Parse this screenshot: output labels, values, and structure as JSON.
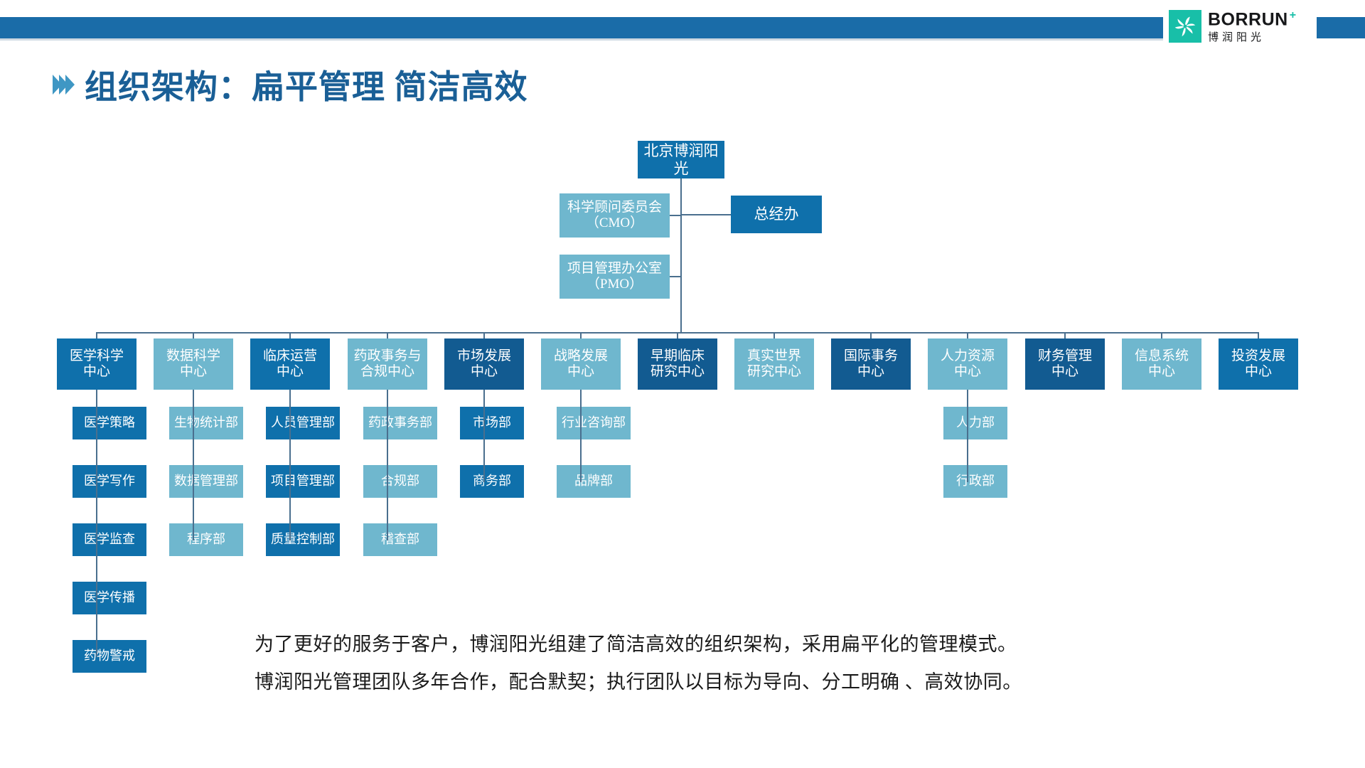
{
  "header": {
    "brand_en": "BORRUN",
    "brand_plus": "+",
    "brand_cn": "博润阳光",
    "logo_icon": "pinwheel-icon",
    "bar_color": "#1a6ca8",
    "brand_mark_color": "#18bfa8"
  },
  "title": {
    "text": "组织架构：扁平管理  简洁高效",
    "chevron_icon": "chevrons-right-icon",
    "color": "#1a5f96"
  },
  "chart_data": {
    "type": "diagram",
    "title": "组织架构：扁平管理  简洁高效",
    "colors": {
      "dark": "#0f70ab",
      "navy": "#125b91",
      "light": "#6fb7ce",
      "line": "#4a6f8e"
    },
    "root": {
      "label": "北京博润阳光",
      "style": "dark"
    },
    "staff": [
      {
        "label": "科学顾问委员会\n（CMO）",
        "line1": "科学顾问委员会",
        "line2": "（CMO）",
        "style": "light"
      },
      {
        "label": "项目管理办公室\n（PMO）",
        "line1": "项目管理办公室",
        "line2": "（PMO）",
        "style": "light"
      }
    ],
    "side": {
      "label": "总经办",
      "style": "dark"
    },
    "centers": [
      {
        "label": "医学科学中心",
        "line1": "医学科学",
        "line2": "中心",
        "style": "dark",
        "children": [
          {
            "label": "医学策略",
            "style": "dark"
          },
          {
            "label": "医学写作",
            "style": "dark"
          },
          {
            "label": "医学监查",
            "style": "dark"
          },
          {
            "label": "医学传播",
            "style": "dark"
          },
          {
            "label": "药物警戒",
            "style": "dark"
          }
        ]
      },
      {
        "label": "数据科学中心",
        "line1": "数据科学",
        "line2": "中心",
        "style": "light",
        "children": [
          {
            "label": "生物统计部",
            "style": "light"
          },
          {
            "label": "数据管理部",
            "style": "light"
          },
          {
            "label": "程序部",
            "style": "light"
          }
        ]
      },
      {
        "label": "临床运营中心",
        "line1": "临床运营",
        "line2": "中心",
        "style": "dark",
        "children": [
          {
            "label": "人员管理部",
            "style": "dark"
          },
          {
            "label": "项目管理部",
            "style": "dark"
          },
          {
            "label": "质量控制部",
            "style": "dark"
          }
        ]
      },
      {
        "label": "药政事务与合规中心",
        "line1": "药政事务与",
        "line2": "合规中心",
        "style": "light",
        "children": [
          {
            "label": "药政事务部",
            "style": "light"
          },
          {
            "label": "合规部",
            "style": "light"
          },
          {
            "label": "稽查部",
            "style": "light"
          }
        ]
      },
      {
        "label": "市场发展中心",
        "line1": "市场发展",
        "line2": "中心",
        "style": "navy",
        "children": [
          {
            "label": "市场部",
            "style": "dark"
          },
          {
            "label": "商务部",
            "style": "dark"
          }
        ]
      },
      {
        "label": "战略发展中心",
        "line1": "战略发展",
        "line2": "中心",
        "style": "light",
        "children": [
          {
            "label": "行业咨询部",
            "style": "light"
          },
          {
            "label": "品牌部",
            "style": "light"
          }
        ]
      },
      {
        "label": "早期临床研究中心",
        "line1": "早期临床",
        "line2": "研究中心",
        "style": "navy",
        "children": []
      },
      {
        "label": "真实世界研究中心",
        "line1": "真实世界",
        "line2": "研究中心",
        "style": "light",
        "children": []
      },
      {
        "label": "国际事务中心",
        "line1": "国际事务",
        "line2": "中心",
        "style": "navy",
        "children": []
      },
      {
        "label": "人力资源中心",
        "line1": "人力资源",
        "line2": "中心",
        "style": "light",
        "children": [
          {
            "label": "人力部",
            "style": "light"
          },
          {
            "label": "行政部",
            "style": "light"
          }
        ]
      },
      {
        "label": "财务管理中心",
        "line1": "财务管理",
        "line2": "中心",
        "style": "navy",
        "children": []
      },
      {
        "label": "信息系统中心",
        "line1": "信息系统",
        "line2": "中心",
        "style": "light",
        "children": []
      },
      {
        "label": "投资发展中心",
        "line1": "投资发展",
        "line2": "中心",
        "style": "dark",
        "children": []
      }
    ]
  },
  "footer": {
    "paragraph_1": "为了更好的服务于客户，博润阳光组建了简洁高效的组织架构，采用扁平化的管理模式。",
    "paragraph_2": "博润阳光管理团队多年合作，配合默契；执行团队以目标为导向、分工明确 、高效协同。"
  }
}
